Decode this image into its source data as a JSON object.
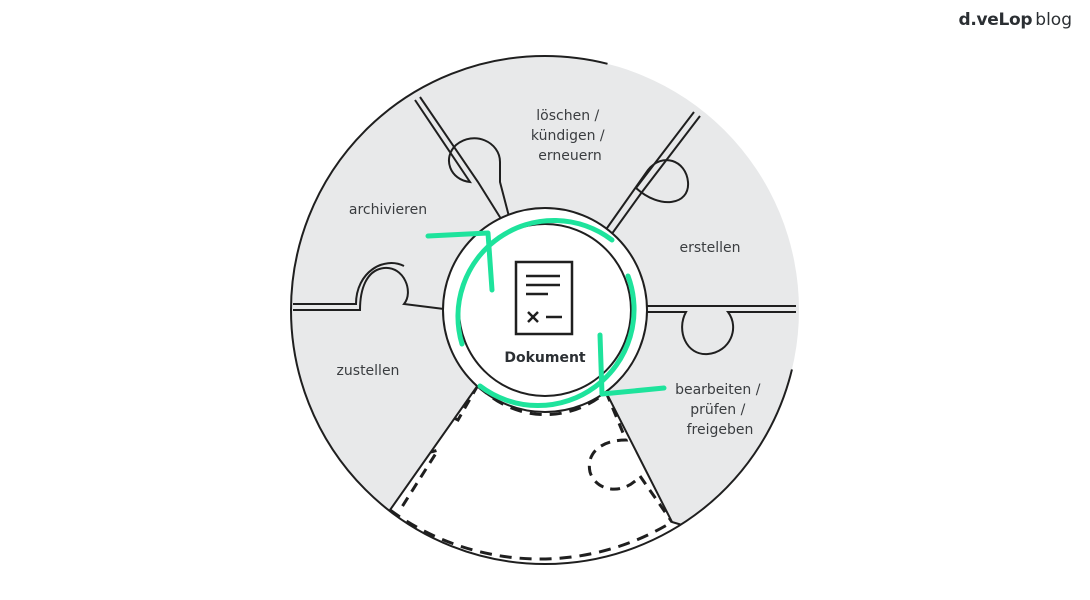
{
  "brand": {
    "logo": "d.veLop",
    "subtitle": "blog"
  },
  "center": {
    "label": "Dokument"
  },
  "segments": {
    "loeschen": [
      "löschen /",
      "kündigen /",
      "erneuern"
    ],
    "archivieren": [
      "archivieren"
    ],
    "erstellen": [
      "erstellen"
    ],
    "zustellen": [
      "zustellen"
    ],
    "bearbeiten": [
      "bearbeiten /",
      "prüfen /",
      "freigeben"
    ]
  },
  "colors": {
    "piece_fill": "#e8e9ea",
    "outline": "#1f1f1f",
    "accent": "#1ee39c",
    "text": "#3a3d40"
  },
  "icons": [
    "document-icon",
    "cycle-arrow-icon"
  ]
}
